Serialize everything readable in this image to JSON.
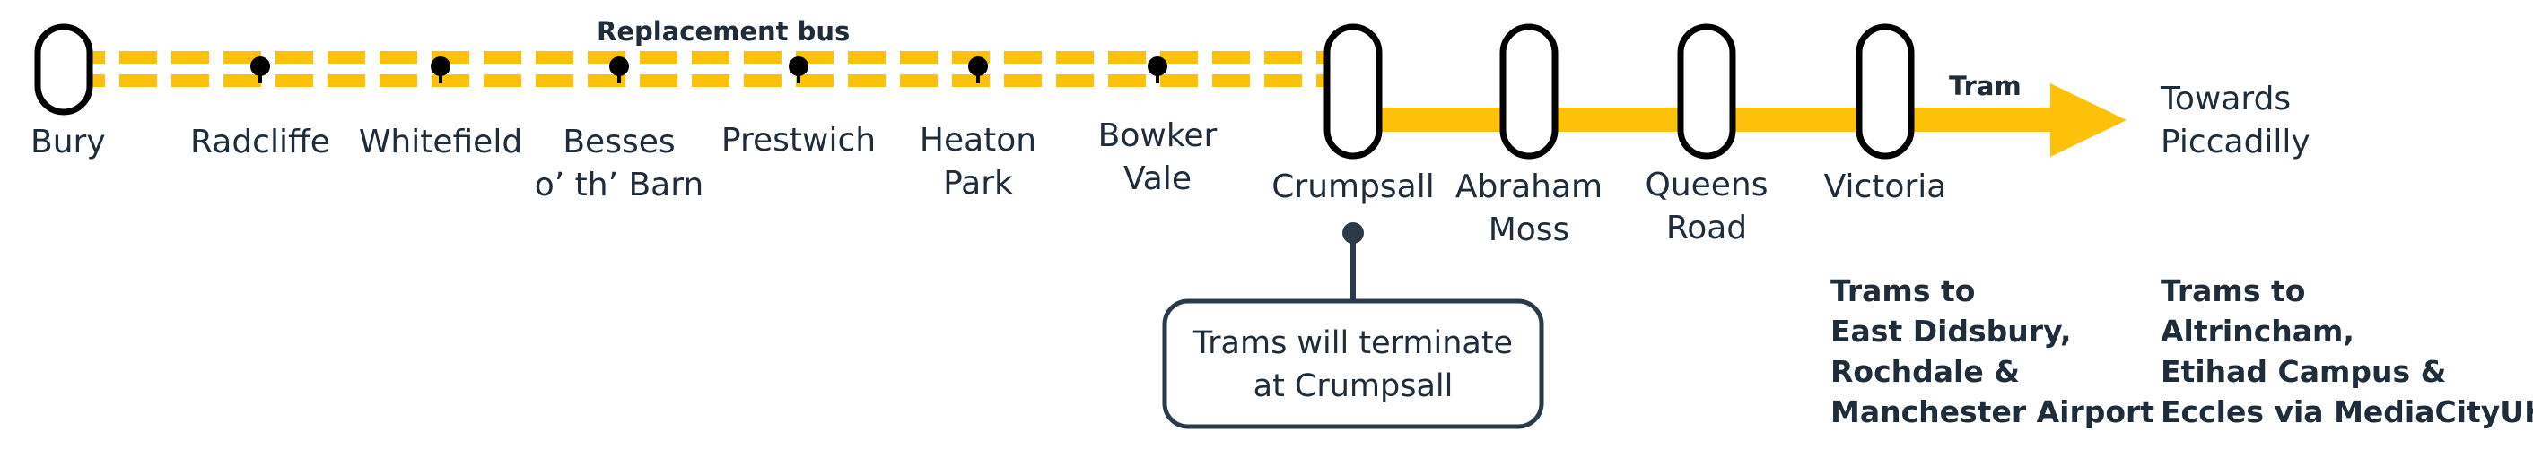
{
  "colors": {
    "line": "#fdc10a",
    "ink": "#1f2d3a",
    "background": "#ffffff"
  },
  "legend": {
    "replacement_bus": "Replacement bus",
    "tram": "Tram"
  },
  "stations": {
    "bury": "Bury",
    "radcliffe": "Radcliffe",
    "whitefield": "Whitefield",
    "besses_1": "Besses",
    "besses_2": "o’ th’ Barn",
    "prestwich": "Prestwich",
    "heaton_1": "Heaton",
    "heaton_2": "Park",
    "bowker_1": "Bowker",
    "bowker_2": "Vale",
    "crumpsall": "Crumpsall",
    "abraham_1": "Abraham",
    "abraham_2": "Moss",
    "queens_1": "Queens",
    "queens_2": "Road",
    "victoria": "Victoria"
  },
  "destination": {
    "line1": "Towards",
    "line2": "Piccadilly"
  },
  "notices": {
    "victoria_trams": [
      "Trams to",
      "East Didsbury,",
      "Rochdale &",
      "Manchester Airport"
    ],
    "piccadilly_trams": [
      "Trams to",
      "Altrincham,",
      "Etihad Campus &",
      "Eccles via MediaCityUK"
    ]
  },
  "callout": {
    "line1": "Trams will terminate",
    "line2": "at Crumpsall"
  }
}
